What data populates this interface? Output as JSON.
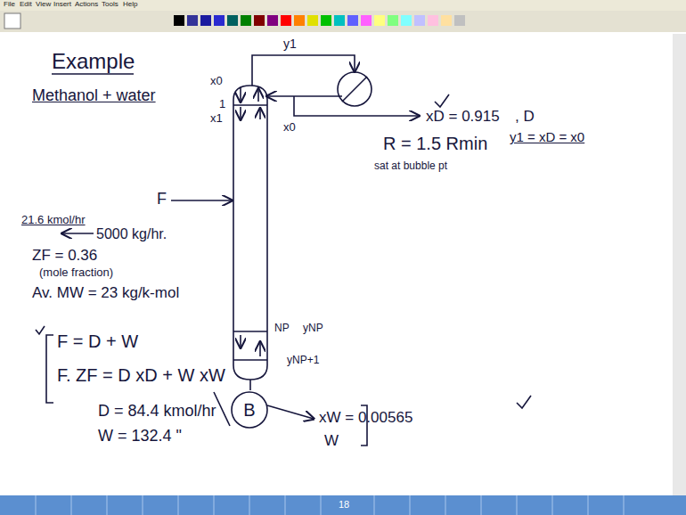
{
  "diagram": {
    "title": "Example",
    "nodes": [
      {
        "text": [
          "B"
        ]
      }
    ],
    "labels": [
      "File",
      "Edit",
      "View",
      "Insert",
      "Actions",
      "Tools",
      "Help",
      "Methanol + water",
      "21.6 kmol/hr",
      "5000 kg/hr.",
      "F",
      "ZF = 0.36",
      "(mole fraction)",
      "Av. MW = 23 kg/k-mol",
      "F = D + W",
      "F. ZF = D xD + W xW",
      "D = 84.4 kmol/hr",
      "W = 132.4 \"",
      "y1",
      "x0",
      "1",
      "x1",
      "x0",
      "xD = 0.915",
      ", D",
      "y1 = xD = x0",
      "R = 1.5 Rmin",
      "sat at bubble pt",
      "NP",
      "yNP",
      "yNP+1",
      "xW = 0.00565",
      "W",
      "18"
    ]
  }
}
